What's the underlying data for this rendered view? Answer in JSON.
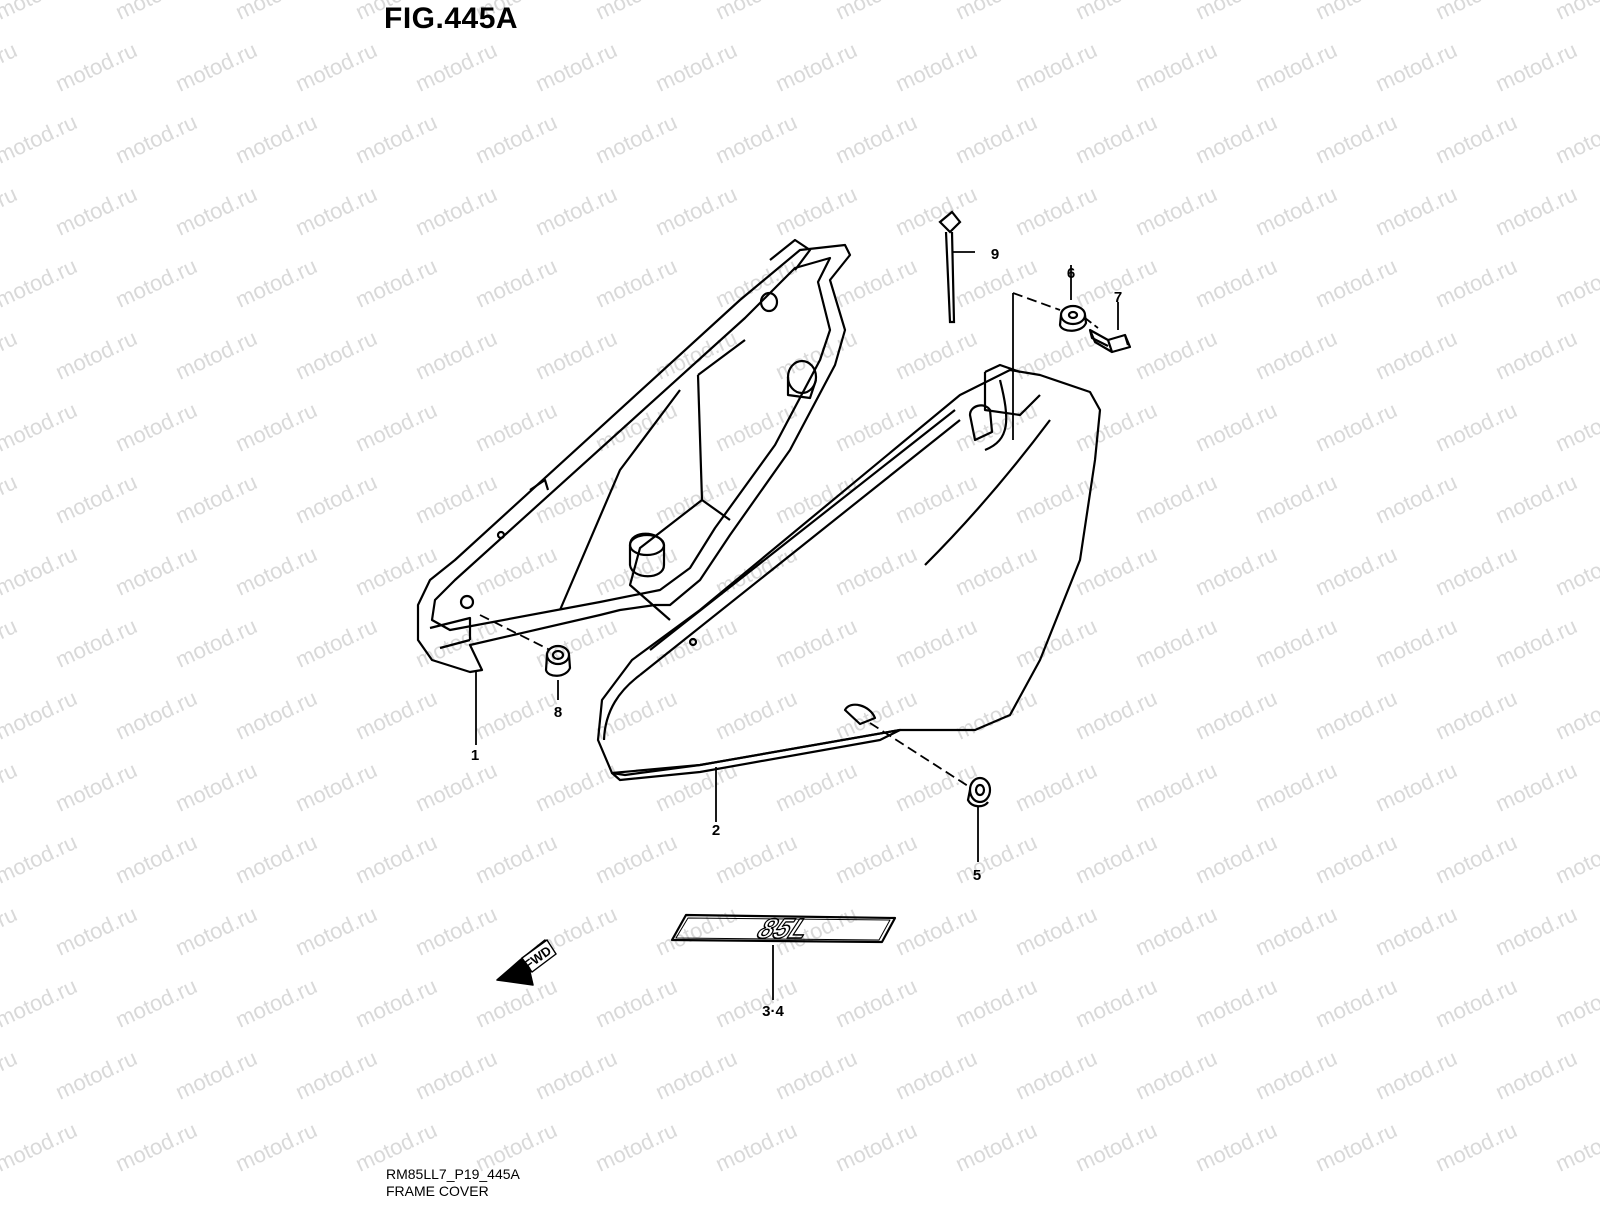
{
  "figure": {
    "title": "FIG.445A"
  },
  "watermark": {
    "text": "motod.ru",
    "color": "#d9d9d9"
  },
  "callouts": [
    {
      "id": "1",
      "label": "1"
    },
    {
      "id": "2",
      "label": "2"
    },
    {
      "id": "3-4",
      "label": "3·4"
    },
    {
      "id": "5",
      "label": "5"
    },
    {
      "id": "6",
      "label": "6"
    },
    {
      "id": "7",
      "label": "7"
    },
    {
      "id": "8",
      "label": "8"
    },
    {
      "id": "9",
      "label": "9"
    }
  ],
  "emblem": {
    "text": "85L"
  },
  "direction_arrow": {
    "text": "FWD"
  },
  "footer": {
    "code": "RM85LL7_P19_445A",
    "name": "FRAME COVER"
  },
  "colors": {
    "line": "#000000",
    "background": "#ffffff"
  }
}
